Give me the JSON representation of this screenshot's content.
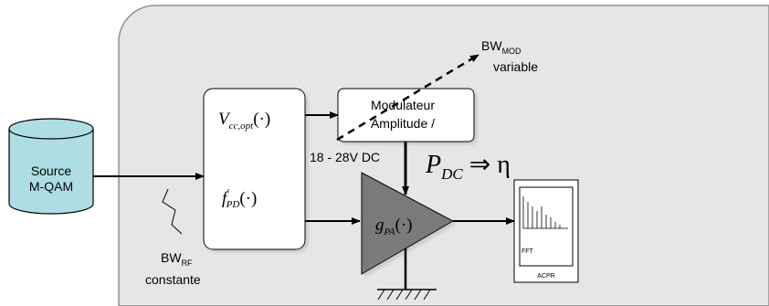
{
  "source": {
    "line1": "Source",
    "line2": "M-QAM"
  },
  "bw_rf": {
    "base": "BW",
    "sub": "RF",
    "line2": "constante"
  },
  "bw_mod": {
    "base": "BW",
    "sub": "MOD",
    "line2": "variable"
  },
  "predistorter": {
    "vcc_main": "V",
    "vcc_sub": "cc,opt",
    "vcc_arg": "(·)",
    "fpd_main": "f",
    "fpd_sup": "'",
    "fpd_sub": "PD",
    "fpd_arg": "(·)"
  },
  "modulator": {
    "line1": "Modulateur",
    "line2": "Amplitude /"
  },
  "supply_label": "18 - 28V DC",
  "pdc_eta": {
    "main": "P",
    "sub": "DC",
    "rest": " ⇒ η"
  },
  "pa": {
    "main": "g",
    "sub": "PA",
    "arg": "(·)"
  },
  "spectrum": {
    "fft": "FFT",
    "acpr": "ACPR"
  },
  "colors": {
    "panel": "#e6e6e6",
    "source": "#aedde3",
    "pa": "#7a7a7a"
  }
}
